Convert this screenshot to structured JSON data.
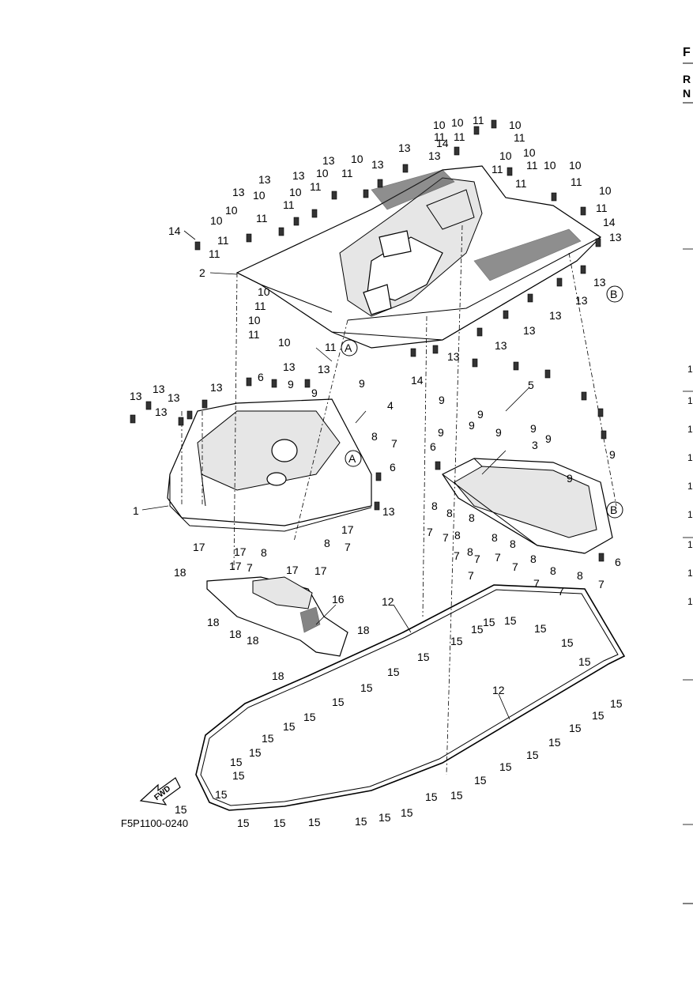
{
  "figure_code": "F5P1100-0240",
  "fwd_label": "FWD",
  "margin_letters": [
    "F",
    "R",
    "N"
  ],
  "margin_numbers": [
    "1",
    "1",
    "1",
    "1",
    "1",
    "1",
    "1",
    "1",
    "1"
  ],
  "callout_letters": {
    "a": "A",
    "b": "B"
  },
  "labels": {
    "n1": "1",
    "n2": "2",
    "n3": "3",
    "n4": "4",
    "n5": "5",
    "n6": "6",
    "n7": "7",
    "n8": "8",
    "n9": "9",
    "n10": "10",
    "n11": "11",
    "n12": "12",
    "n13": "13",
    "n14": "14",
    "n15": "15",
    "n16": "16",
    "n17": "17",
    "n18": "18"
  }
}
